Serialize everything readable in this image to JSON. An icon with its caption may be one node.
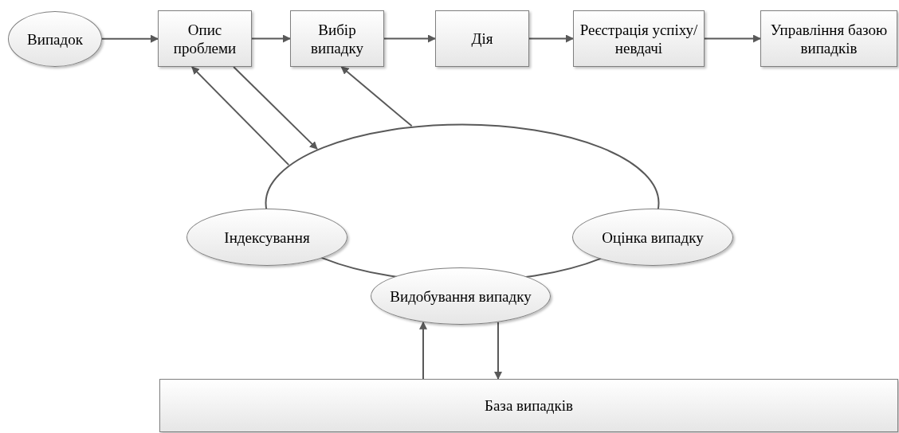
{
  "diagram": {
    "nodes": [
      {
        "text": [
          "Випадок"
        ]
      },
      {
        "text": [
          "Опис проблеми"
        ]
      },
      {
        "text": [
          "Вибір випадку"
        ]
      },
      {
        "text": [
          "Дія"
        ]
      },
      {
        "text": [
          "Реєстрація успіху/невдачі"
        ]
      },
      {
        "text": [
          "Управління базою випадків"
        ]
      },
      {
        "text": [],
        "shape": "ellipse"
      },
      {
        "text": [
          "Індексування"
        ]
      },
      {
        "text": [
          "Оцінка випадку"
        ]
      },
      {
        "text": [
          "Видобування випадку"
        ]
      },
      {
        "text": [
          "База випадків"
        ]
      }
    ],
    "edges": [
      {
        "from": 0,
        "to": 1,
        "arrow": "to"
      },
      {
        "from": 1,
        "to": 2,
        "arrow": "to"
      },
      {
        "from": 2,
        "to": 3,
        "arrow": "to"
      },
      {
        "from": 3,
        "to": 4,
        "arrow": "to"
      },
      {
        "from": 4,
        "to": 5,
        "arrow": "to"
      },
      {
        "from": 6,
        "to": 1,
        "arrow": "to"
      },
      {
        "from": 1,
        "to": 6,
        "arrow": "to"
      },
      {
        "from": 6,
        "to": 2,
        "arrow": "to"
      },
      {
        "from": 10,
        "to": 9,
        "arrow": "to"
      },
      {
        "from": 9,
        "to": 10,
        "arrow": "to"
      }
    ]
  }
}
